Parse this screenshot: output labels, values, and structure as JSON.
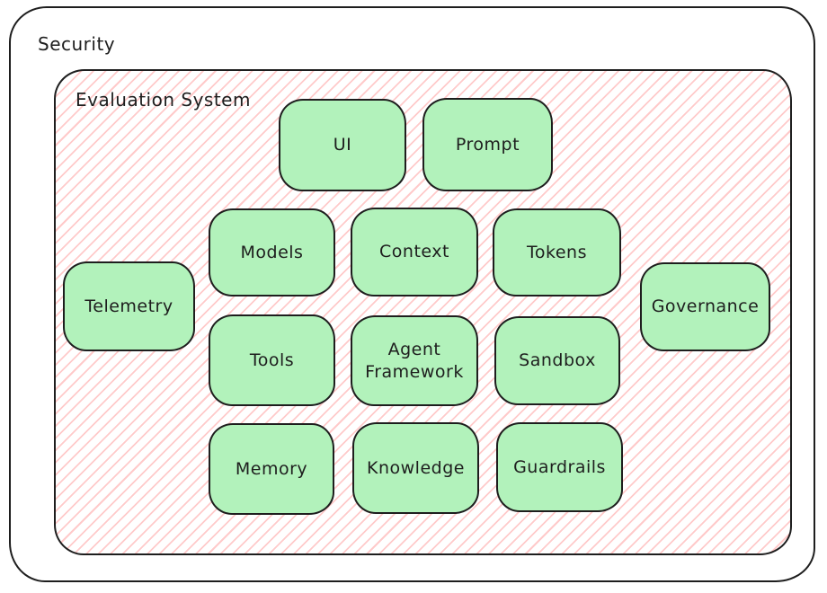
{
  "diagram": {
    "outer_group": {
      "label": "Security"
    },
    "inner_group": {
      "label": "Evaluation System"
    },
    "nodes": [
      {
        "id": "ui",
        "label": "UI"
      },
      {
        "id": "prompt",
        "label": "Prompt"
      },
      {
        "id": "models",
        "label": "Models"
      },
      {
        "id": "context",
        "label": "Context"
      },
      {
        "id": "tokens",
        "label": "Tokens"
      },
      {
        "id": "telemetry",
        "label": "Telemetry"
      },
      {
        "id": "governance",
        "label": "Governance"
      },
      {
        "id": "tools",
        "label": "Tools"
      },
      {
        "id": "agent-framework",
        "label": "Agent Framework"
      },
      {
        "id": "sandbox",
        "label": "Sandbox"
      },
      {
        "id": "memory",
        "label": "Memory"
      },
      {
        "id": "knowledge",
        "label": "Knowledge"
      },
      {
        "id": "guardrails",
        "label": "Guardrails"
      }
    ],
    "colors": {
      "node_fill": "#b2f2bb",
      "stroke": "#1e1e1e",
      "hatch_line": "#ffc9c9",
      "background": "#ffffff"
    }
  }
}
